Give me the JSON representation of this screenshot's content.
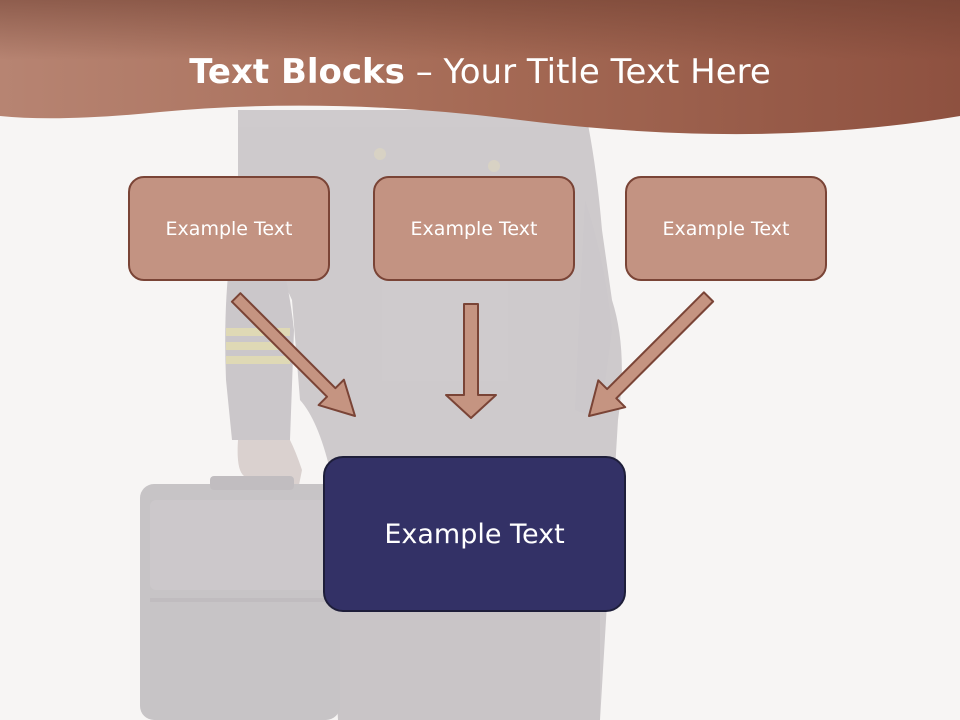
{
  "slide": {
    "title_bold": "Text Blocks",
    "title_rest": " – Your Title Text Here",
    "boxes_top": [
      "Example Text",
      "Example Text",
      "Example Text"
    ],
    "box_main": "Example Text"
  },
  "colors": {
    "banner": "#a0644f",
    "box_fill": "#c39382",
    "box_border": "#7a4436",
    "main_fill": "#333166",
    "arrow_fill": "#c59481"
  },
  "background_image": "pilot-uniform-with-briefcase"
}
